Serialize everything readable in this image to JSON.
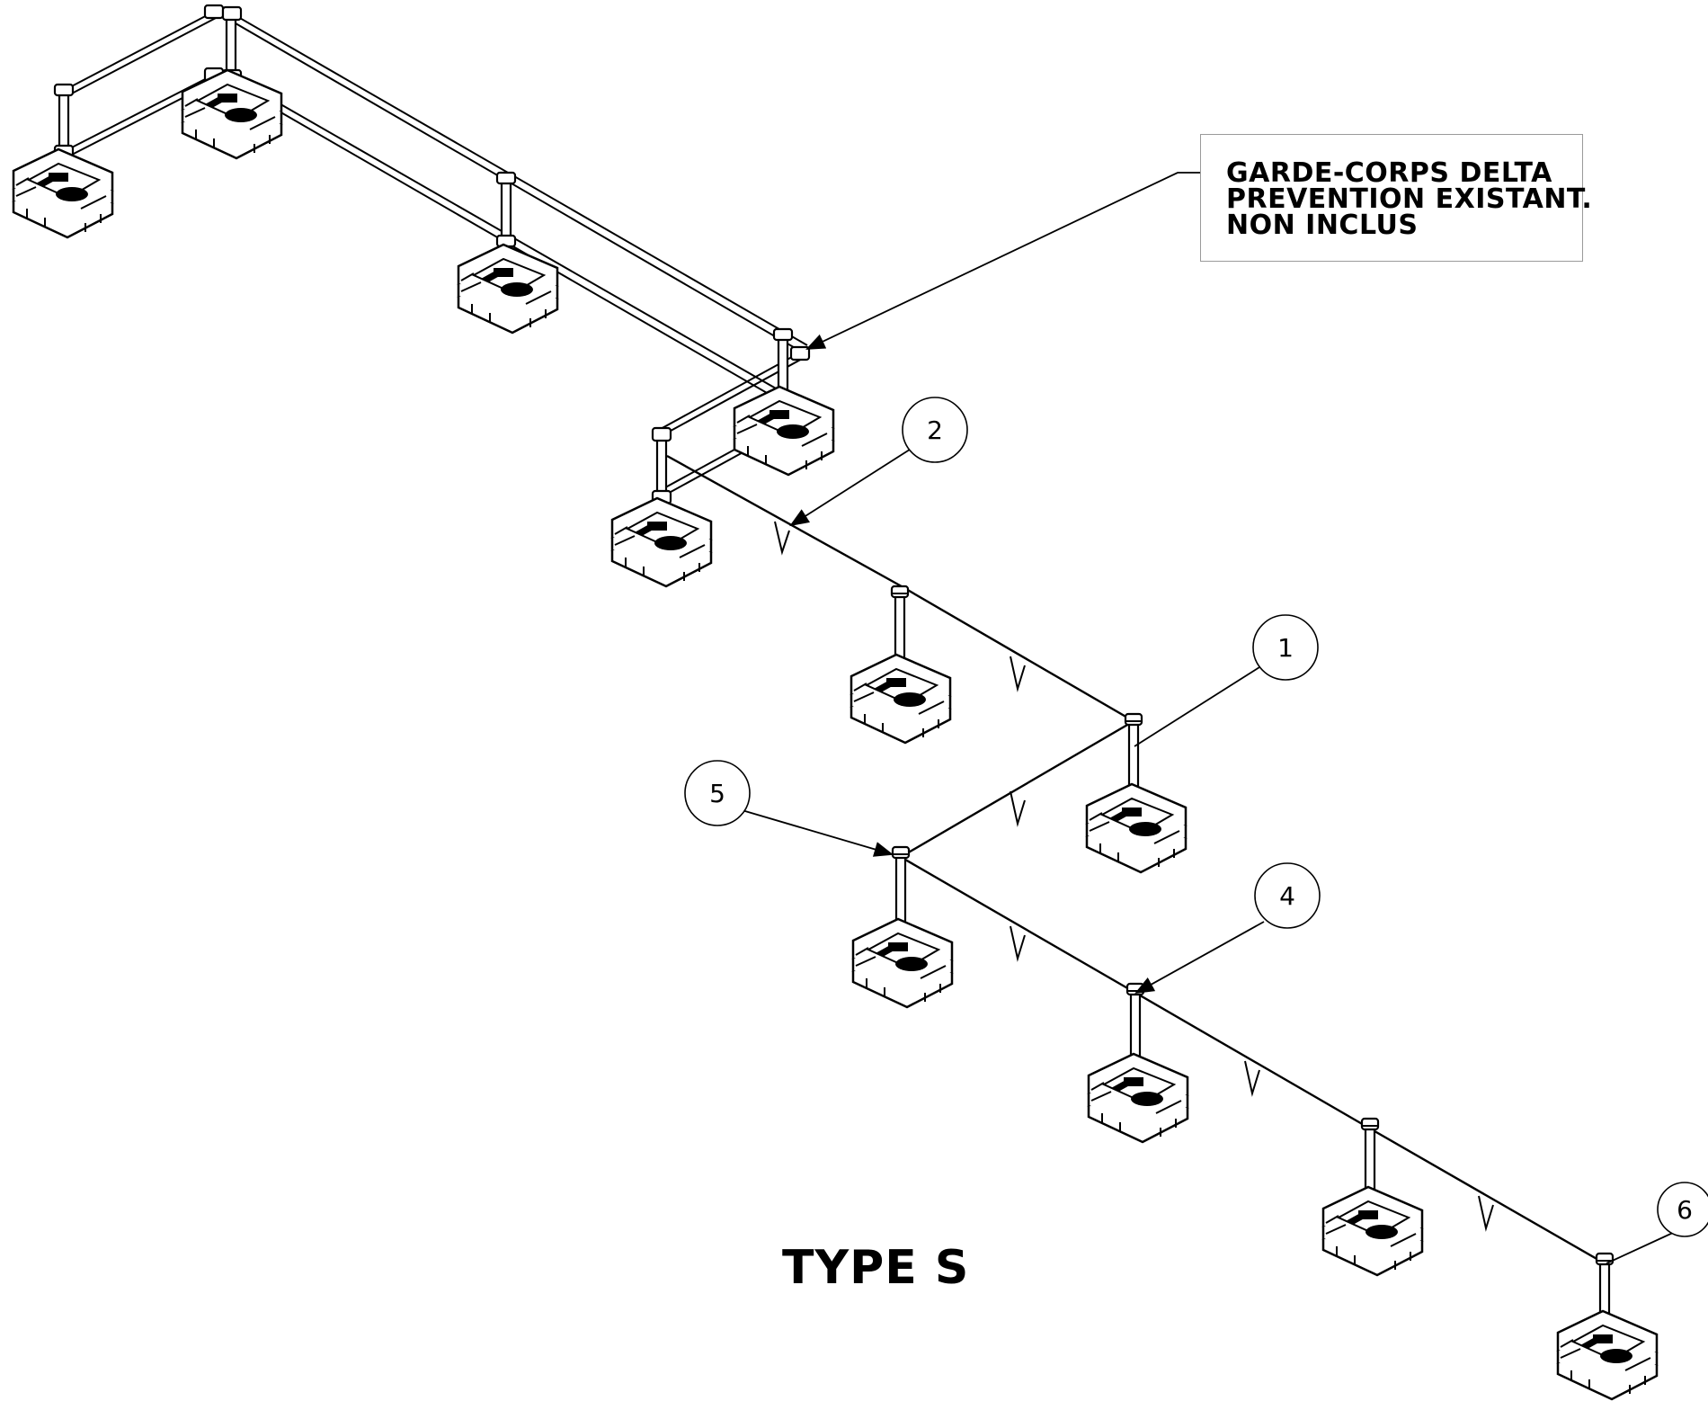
{
  "note": {
    "lines": [
      "GARDE-CORPS DELTA",
      "PREVENTION EXISTANT.",
      "NON INCLUS"
    ]
  },
  "view_title": "TYPE S",
  "balloons": [
    {
      "id": "1",
      "label": "1"
    },
    {
      "id": "2",
      "label": "2"
    },
    {
      "id": "4",
      "label": "4"
    },
    {
      "id": "5",
      "label": "5"
    },
    {
      "id": "6",
      "label": "6"
    }
  ],
  "colors": {
    "line": "#000000",
    "box_border": "#9a9a9a",
    "background": "#ffffff"
  }
}
